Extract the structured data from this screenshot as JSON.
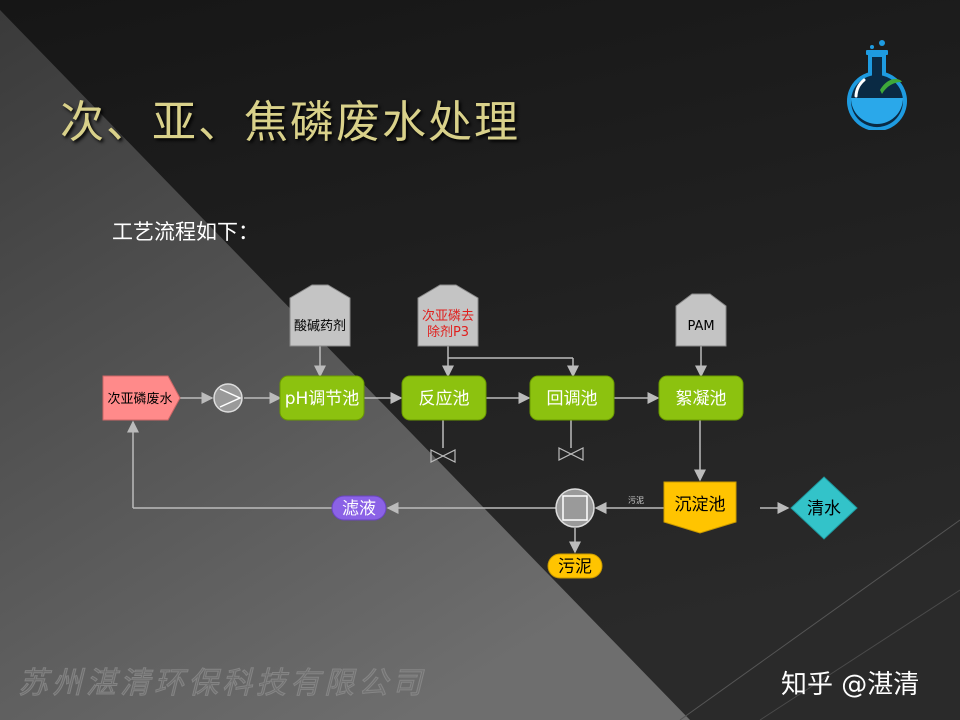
{
  "title": "次、亚、焦磷废水处理",
  "subtitle": "工艺流程如下：",
  "company": "苏州湛清环保科技有限公司",
  "watermark": "知乎 @湛清",
  "colors": {
    "title": "#d9d18a",
    "process_green": "#8cc20f",
    "sedimentation_yellow": "#ffc400",
    "clean_water_teal": "#33c3c9",
    "filtrate_purple": "#8b62e6",
    "sludge_yellow": "#ffc400",
    "inlet_pink": "#ff8a8a",
    "tank_gray": "#c4c4c4",
    "reagent_red": "#e0201e"
  },
  "diagram": {
    "inlet": "次亚磷废水",
    "pump": "pump-icon",
    "tanks": {
      "acid_base": "酸碱药剂",
      "remover_line1": "次亚磷去",
      "remover_line2": "除剂P3",
      "pam": "PAM"
    },
    "units": {
      "ph": "pH调节池",
      "reaction": "反应池",
      "readjust": "回调池",
      "flocculation": "絮凝池",
      "sedimentation": "沉淀池",
      "clean_water": "清水",
      "filtrate": "滤液",
      "sludge": "污泥"
    },
    "filter_press": "filter-press-icon",
    "valves": "valve-icon"
  }
}
